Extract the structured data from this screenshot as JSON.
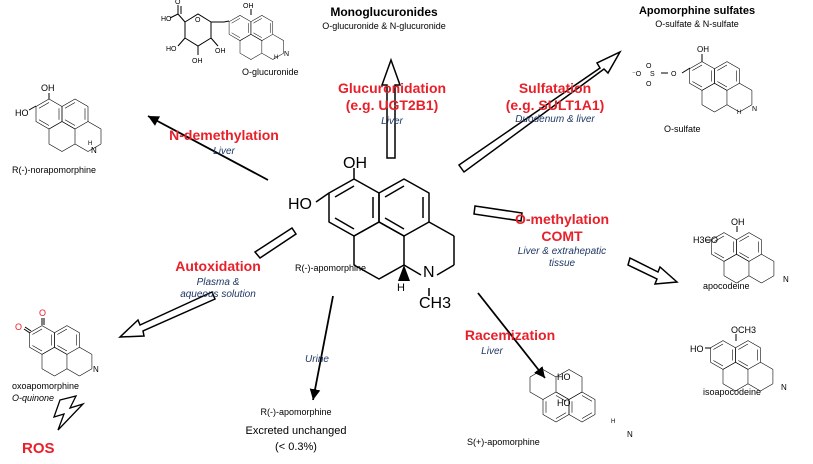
{
  "central": {
    "name": "R(-)-apomorphine",
    "atoms": {
      "oh": "OH",
      "ho": "HO",
      "n": "N",
      "h": "H",
      "ch3": "CH3"
    }
  },
  "glucuronidation": {
    "title": "Glucuronidation",
    "enzyme": "(e.g. UGT2B1)",
    "site": "Liver",
    "product_heading": "Monoglucuronides",
    "product_sub": "O-glucuronide & N-glucuronide",
    "structure_name": "O-glucuronide"
  },
  "sulfatation": {
    "title": "Sulfatation",
    "enzyme": "(e.g. SULT1A1)",
    "site": "Duodenum & liver",
    "product_heading": "Apomorphine sulfates",
    "product_sub": "O-sulfate & N-sulfate",
    "structure_name": "O-sulfate"
  },
  "n_demethylation": {
    "title": "N-demethylation",
    "site": "Liver",
    "structure_name": "R(-)-norapomorphine"
  },
  "o_methylation": {
    "title": "O-methylation",
    "enzyme": "COMT",
    "site_line1": "Liver & extrahepatic",
    "site_line2": "tissue",
    "product1": "apocodeine",
    "product2": "isoapocodeine",
    "h3co": "H3CO",
    "och3": "OCH3"
  },
  "autoxidation": {
    "title": "Autoxidation",
    "site_line1": "Plasma &",
    "site_line2": "aqueous solution",
    "product_name": "oxoapomorphine",
    "product_type": "O-quinone",
    "ros": "ROS"
  },
  "urine": {
    "route": "Urine",
    "compound": "R(-)-apomorphine",
    "note1": "Excreted unchanged",
    "note2": "(< 0.3%)"
  },
  "racemization": {
    "title": "Racemization",
    "site": "Liver",
    "structure_name": "S(+)-apomorphine"
  },
  "colors": {
    "red": "#e8202a",
    "blue": "#1f3864"
  }
}
